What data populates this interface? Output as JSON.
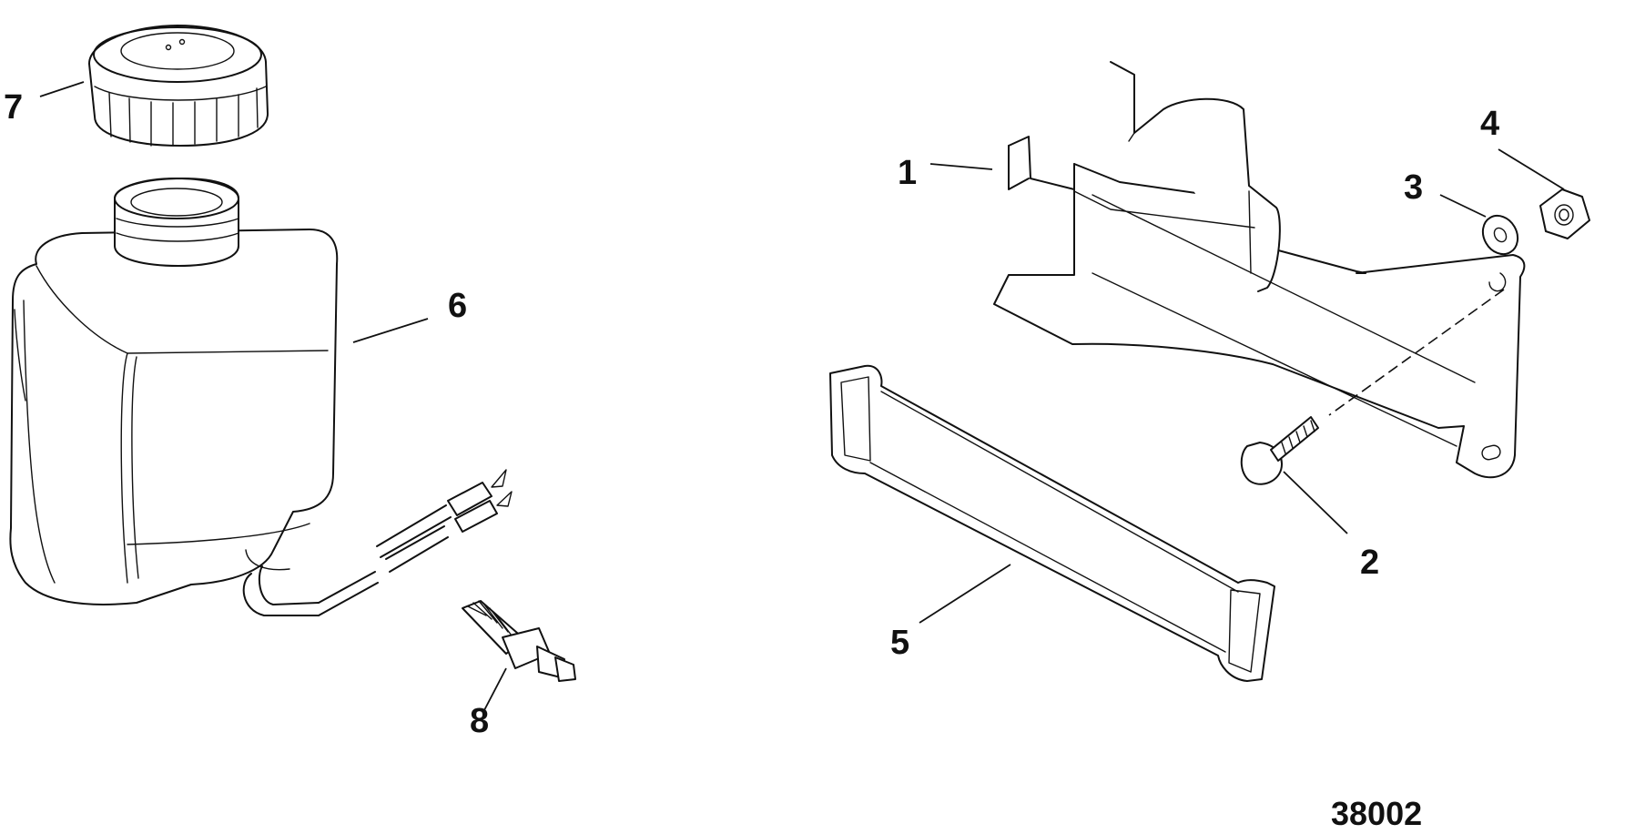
{
  "callouts": {
    "c1": "1",
    "c2": "2",
    "c3": "3",
    "c4": "4",
    "c5": "5",
    "c6": "6",
    "c7": "7",
    "c8": "8"
  },
  "figure_number": "38002",
  "colors": {
    "ink": "#111111",
    "paper": "#ffffff"
  }
}
